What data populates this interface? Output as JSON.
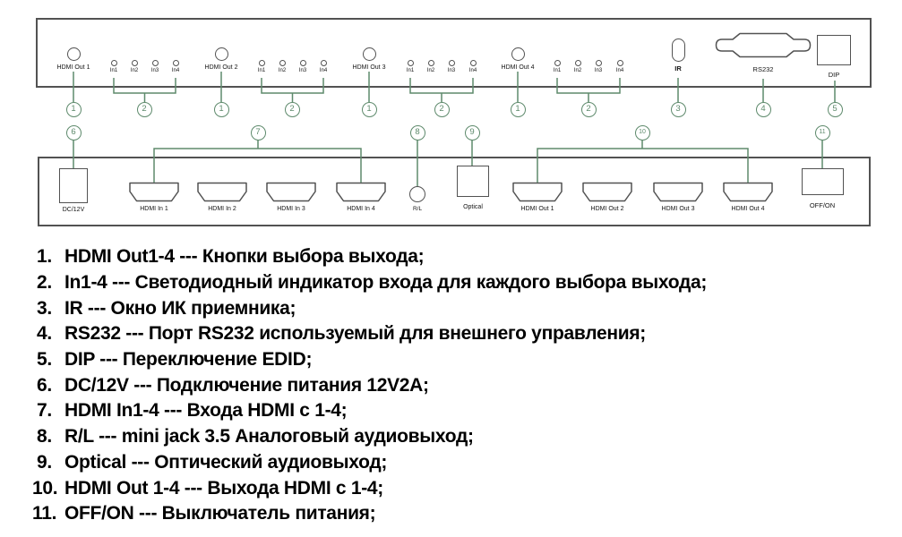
{
  "colors": {
    "callout_green": "#5e8a6c",
    "outline_gray": "#525252"
  },
  "front_panel": {
    "output_groups": [
      {
        "button": "HDMI Out 1",
        "leds": [
          "In1",
          "In2",
          "In3",
          "In4"
        ]
      },
      {
        "button": "HDMI Out 2",
        "leds": [
          "In1",
          "In2",
          "In3",
          "In4"
        ]
      },
      {
        "button": "HDMI Out 3",
        "leds": [
          "In1",
          "In2",
          "In3",
          "In4"
        ]
      },
      {
        "button": "HDMI Out 4",
        "leds": [
          "In1",
          "In2",
          "In3",
          "In4"
        ]
      }
    ],
    "ir": "IR",
    "rs232": "RS232",
    "dip": "DIP"
  },
  "rear_panel": {
    "dc": "DC/12V",
    "hdmi_in": [
      "HDMI In 1",
      "HDMI In 2",
      "HDMI In 3",
      "HDMI In 4"
    ],
    "rl": "R/L",
    "optical": "Optical",
    "hdmi_out": [
      "HDMI Out 1",
      "HDMI Out 2",
      "HDMI Out 3",
      "HDMI Out 4"
    ],
    "power": "OFF/ON"
  },
  "callouts": {
    "row1": [
      "1",
      "2",
      "1",
      "2",
      "1",
      "2",
      "1",
      "2",
      "3",
      "4",
      "5"
    ],
    "row2": [
      "6",
      "7",
      "8",
      "9",
      "10",
      "11"
    ]
  },
  "legend": [
    {
      "num": "1.",
      "text": "HDMI Out1-4 --- Кнопки выбора выхода;"
    },
    {
      "num": "2.",
      "text": "In1-4 --- Светодиодный индикатор входа для каждого выбора выхода;"
    },
    {
      "num": "3.",
      "text": "IR --- Окно ИК приемника;"
    },
    {
      "num": "4.",
      "text": "RS232 --- Порт RS232 используемый для внешнего управления;"
    },
    {
      "num": "5.",
      "text": "DIP --- Переключение EDID;"
    },
    {
      "num": "6.",
      "text": "DC/12V --- Подключение питания 12V2A;"
    },
    {
      "num": "7.",
      "text": "HDMI In1-4 --- Входа HDMI с 1-4;"
    },
    {
      "num": "8.",
      "text": "R/L --- mini jack 3.5 Аналоговый аудиовыход;"
    },
    {
      "num": "9.",
      "text": "Optical --- Оптический аудиовыход;"
    },
    {
      "num": "10.",
      "text": "HDMI Out 1-4 --- Выхода HDMI с 1-4;"
    },
    {
      "num": "11.",
      "text": "OFF/ON --- Выключатель питания;"
    }
  ]
}
